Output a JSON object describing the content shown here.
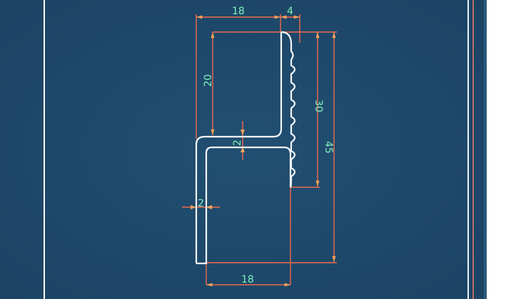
{
  "drawing": {
    "background_color": "#1f4a6b",
    "profile_color": "#f4f6fa",
    "dimension_color": "#f06a4e",
    "text_color": "#7ff0b8",
    "border_color": "#ffffff",
    "frame_red_color": "#f06a4e"
  },
  "dimensions": {
    "top_width": "18",
    "top_lip": "4",
    "upper_height": "20",
    "flange_thickness": "2",
    "serrated_height": "30",
    "total_height": "45",
    "wall_thickness": "2",
    "bottom_width": "18"
  }
}
